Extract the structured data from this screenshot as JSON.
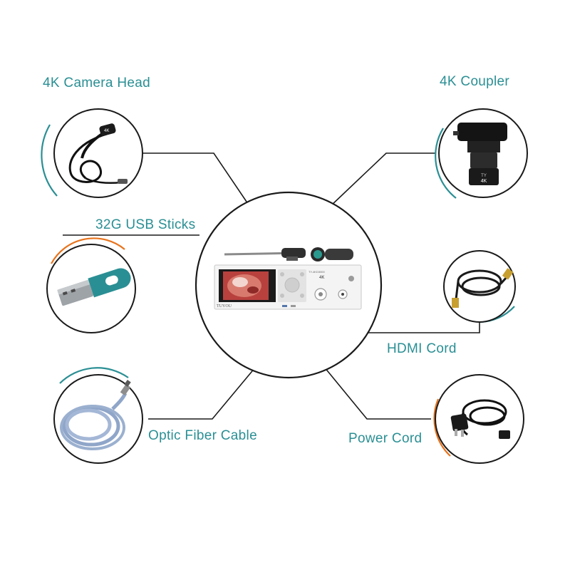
{
  "labels": {
    "camera_head": "4K Camera Head",
    "coupler": "4K Coupler",
    "usb": "32G USB Sticks",
    "hdmi": "HDMI Cord",
    "fiber": "Optic Fiber Cable",
    "power": "Power Cord"
  },
  "device": {
    "brand": "TUYOU",
    "badge": "4K",
    "model_text": "TY-4KD3000"
  },
  "coupler_badge": "4K",
  "camera_badge": "4K",
  "colors": {
    "teal": "#2a8f94",
    "orange": "#e8731c",
    "outline": "#1a1a1a",
    "connector": "#1a1a1a"
  }
}
